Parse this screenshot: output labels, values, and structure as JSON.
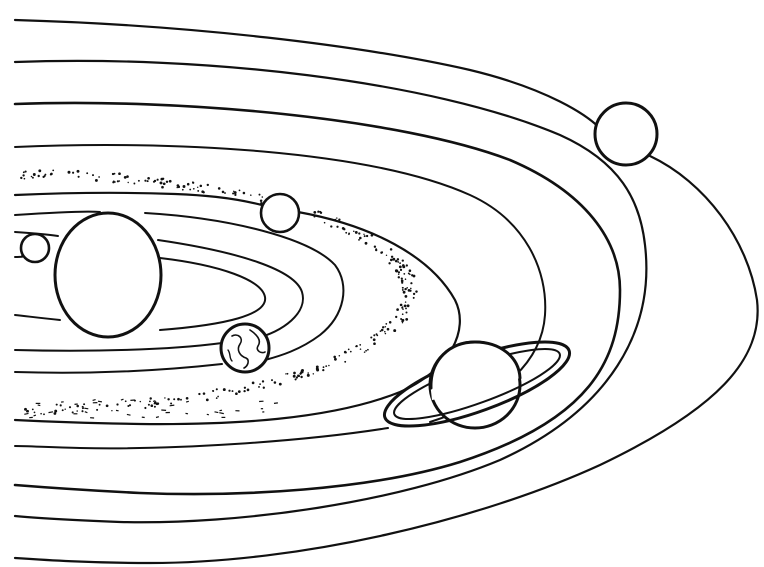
{
  "drawing": {
    "subject": "solar-system-line-art",
    "colors": {
      "ink": "#111111",
      "paper": "#ffffff"
    },
    "orbit_count": 9,
    "planet_count": 6,
    "has_asteroid_belt": true,
    "ringed_planet_count": 1
  }
}
